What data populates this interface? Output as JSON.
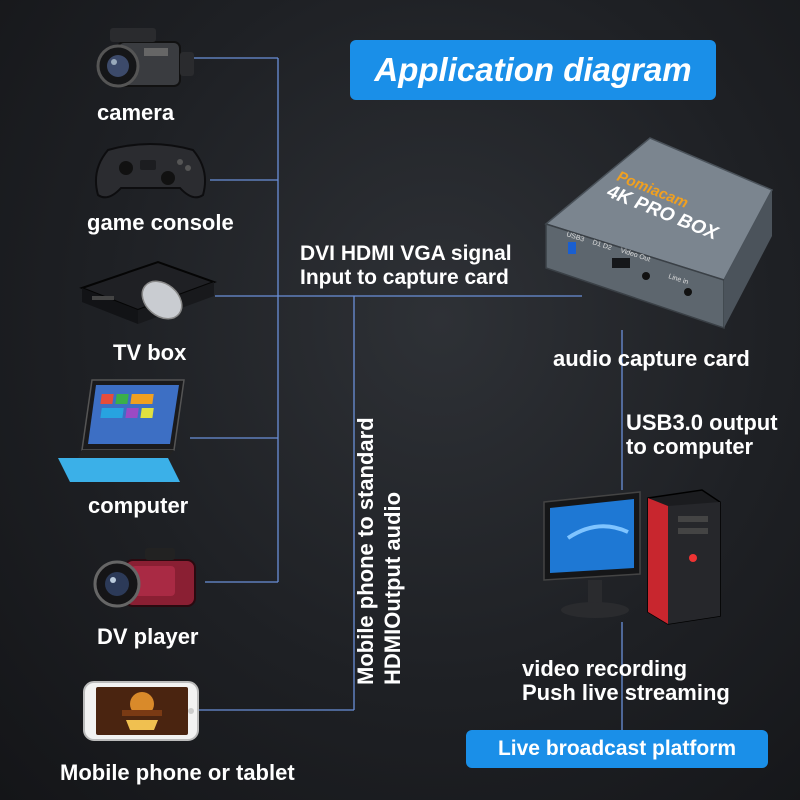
{
  "title": "Application diagram",
  "sources": [
    {
      "label": "camera",
      "icon": "camera-icon"
    },
    {
      "label": "game console",
      "icon": "gamepad-icon"
    },
    {
      "label": "TV box",
      "icon": "tv-box-icon"
    },
    {
      "label": "computer",
      "icon": "tablet-computer-icon"
    },
    {
      "label": "DV player",
      "icon": "dv-camcorder-icon"
    },
    {
      "label": "Mobile phone or tablet",
      "icon": "smartphone-icon"
    }
  ],
  "signal_input": {
    "line1": "DVI HDMI VGA signal",
    "line2": "Input to capture card"
  },
  "mobile_note": {
    "line1": "Mobile phone to standard",
    "line2": "HDMIOutput audio"
  },
  "capture_device": {
    "label": "audio capture card",
    "brand": "Pomiacam",
    "model": "4K PRO BOX",
    "ports": [
      "USB3",
      "D1 D2",
      "Video Out",
      "Line in"
    ]
  },
  "usb_output": {
    "line1": "USB3.0 output",
    "line2": "to computer"
  },
  "computer_uses": {
    "line1": "video recording",
    "line2": "Push live streaming"
  },
  "platform": "Live broadcast platform",
  "colors": {
    "accent": "#1a8fe8",
    "line": "#6a8fd8",
    "bg": "#222428"
  }
}
